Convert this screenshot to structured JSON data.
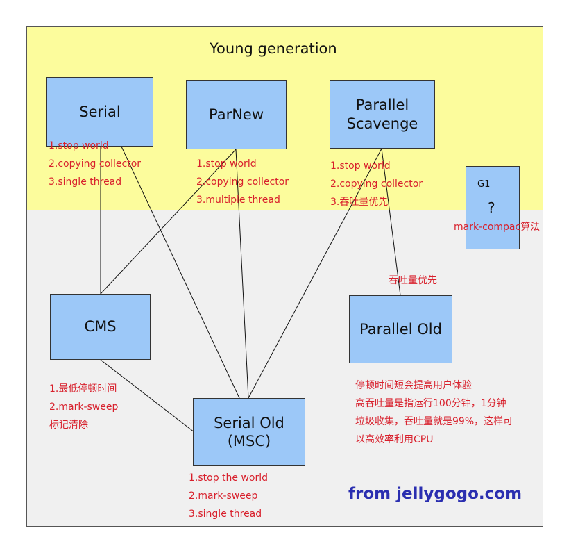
{
  "title": "Young generation",
  "credit": "from jellygogo.com",
  "colors": {
    "young_bg": "#fcfc9c",
    "old_bg": "#f0f0f0",
    "box": "#9cc8f8",
    "note": "#d8202c",
    "credit": "#2a2eb0"
  },
  "boxes": {
    "serial": "Serial",
    "parnew": "ParNew",
    "parallel_scavenge": "Parallel\nScavenge",
    "g1_label": "G1",
    "g1_symbol": "?",
    "cms": "CMS",
    "parallel_old": "Parallel Old",
    "serial_old": "Serial Old\n(MSC)"
  },
  "notes": {
    "serial": [
      "1.stop world",
      "2.copying collector",
      "3.single thread"
    ],
    "parnew": [
      "1.stop world",
      "2.copying collector",
      "3.multiple thread"
    ],
    "parallel_scavenge": [
      "1.stop world",
      "2.copying collector",
      "3.吞吐量优先"
    ],
    "g1": "mark-compac算法",
    "parallel_old_label": "吞吐量优先",
    "cms": [
      "1.最低停顿时间",
      "2.mark-sweep",
      "标记清除"
    ],
    "serial_old": [
      "1.stop the world",
      "2.mark-sweep",
      "3.single thread"
    ],
    "parallel_old": [
      "停顿时间短会提高用户体验",
      "高吞吐量是指运行100分钟，1分钟",
      "垃圾收集，吞吐量就是99%，这样可",
      "以高效率利用CPU"
    ]
  }
}
